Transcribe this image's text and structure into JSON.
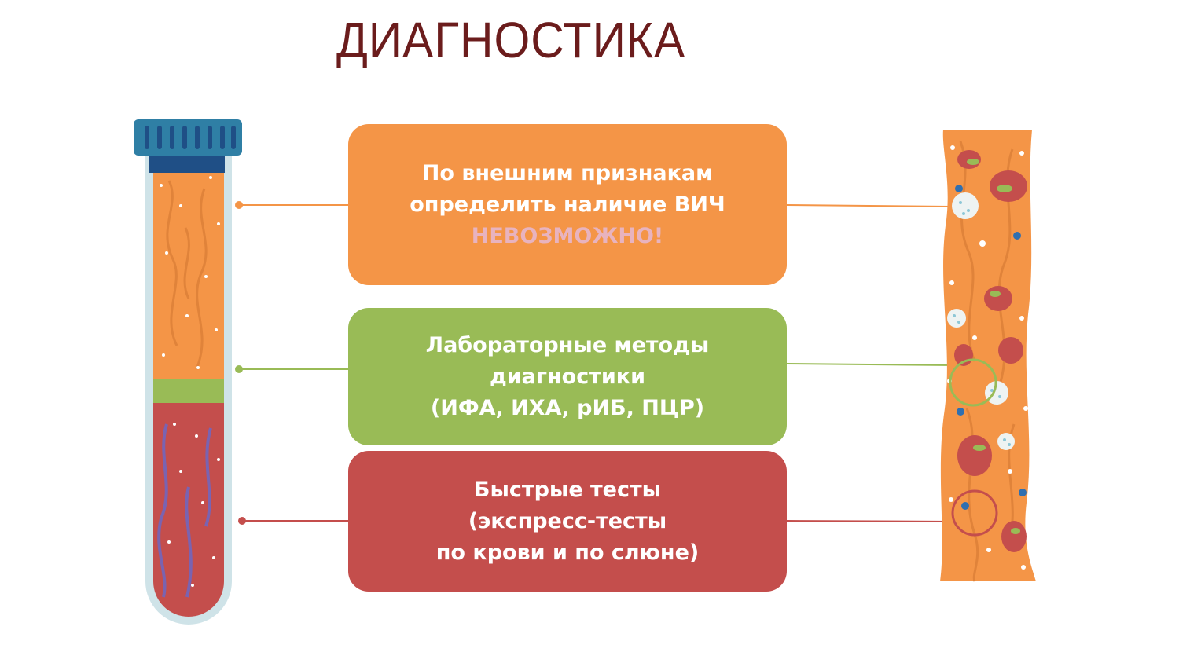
{
  "title": "ДИАГНОСТИКА",
  "colors": {
    "title": "#6b1c1c",
    "orange": "#f49547",
    "green": "#99bb56",
    "red": "#c44e4c",
    "accent_pink": "#e8b3bf",
    "cap": "#2f7fa5"
  },
  "boxes": [
    {
      "lines": [
        "По внешним признакам",
        "определить наличие ВИЧ"
      ],
      "highlight": "НЕВОЗМОЖНО!"
    },
    {
      "lines": [
        "Лабораторные методы",
        "диагностики",
        "(ИФА, ИХА, рИБ, ПЦР)"
      ]
    },
    {
      "lines": [
        "Быстрые тесты",
        "(экспресс-тесты",
        "по крови и по слюне)"
      ]
    }
  ]
}
